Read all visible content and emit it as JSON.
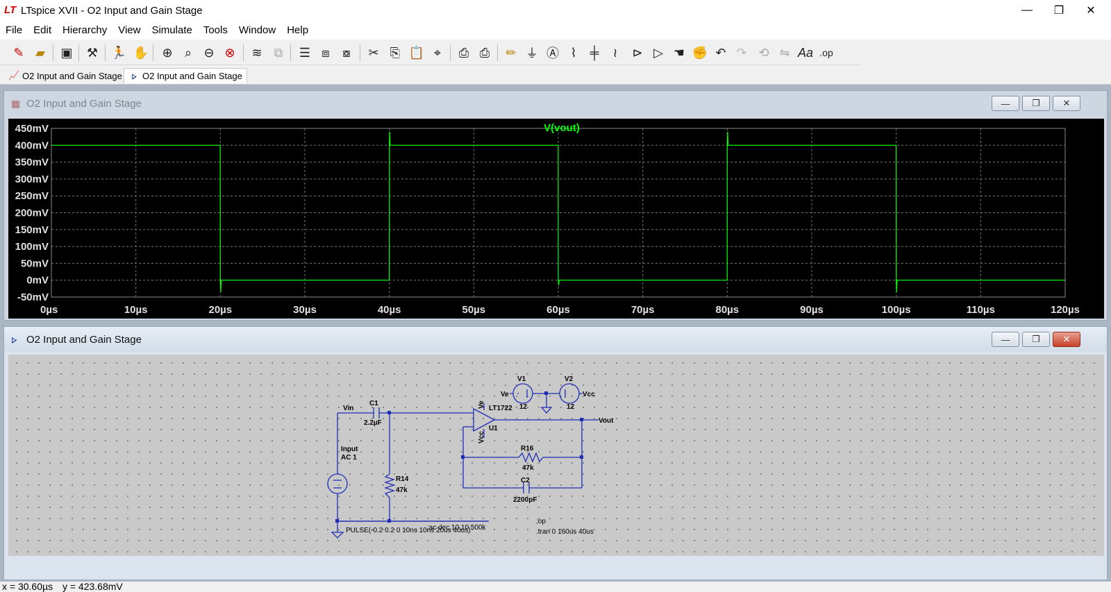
{
  "app": {
    "title": "LTspice XVII - O2 Input and Gain Stage",
    "logo": "LT",
    "window_controls": {
      "minimize": "—",
      "maximize": "❐",
      "close": "✕"
    }
  },
  "menu": [
    "File",
    "Edit",
    "Hierarchy",
    "View",
    "Simulate",
    "Tools",
    "Window",
    "Help"
  ],
  "tabs": [
    {
      "label": "O2 Input and Gain Stage",
      "icon": "waveform-icon",
      "active": false
    },
    {
      "label": "O2 Input and Gain Stage",
      "icon": "schematic-icon",
      "active": true
    }
  ],
  "plot_window": {
    "title": "O2 Input and Gain Stage",
    "buttons": {
      "minimize": "—",
      "restore": "❐",
      "close": "✕"
    }
  },
  "schematic_window": {
    "title": "O2 Input and Gain Stage",
    "buttons": {
      "minimize": "—",
      "restore": "❐",
      "close": "✕"
    }
  },
  "chart_data": {
    "type": "line",
    "title": "V(vout)",
    "x_ticks": [
      "0µs",
      "10µs",
      "20µs",
      "30µs",
      "40µs",
      "50µs",
      "60µs",
      "70µs",
      "80µs",
      "90µs",
      "100µs",
      "110µs",
      "120µs"
    ],
    "y_ticks": [
      "450mV",
      "400mV",
      "350mV",
      "300mV",
      "250mV",
      "200mV",
      "150mV",
      "100mV",
      "50mV",
      "0mV",
      "-50mV"
    ],
    "xlim": [
      0,
      120
    ],
    "ylim": [
      -50,
      450
    ],
    "x_unit": "µs",
    "y_unit": "mV",
    "grid": true,
    "trace_color": "#00ff00",
    "series": [
      {
        "name": "V(vout)",
        "x": [
          0,
          19.99,
          20,
          20.05,
          20.1,
          39.99,
          40,
          40.05,
          40.1,
          59.99,
          60,
          60.05,
          60.1,
          79.99,
          80,
          80.05,
          80.1,
          99.99,
          100,
          100.05,
          100.1,
          120
        ],
        "y": [
          400,
          400,
          0,
          -35,
          0,
          0,
          400,
          440,
          400,
          400,
          0,
          -15,
          0,
          0,
          400,
          440,
          400,
          400,
          0,
          -35,
          0,
          0
        ]
      }
    ]
  },
  "schematic": {
    "labels": {
      "vin": "Vin",
      "c1": "C1",
      "c1_value": "2.2µF",
      "input": "Input",
      "input_ac": "AC 1",
      "r14": "R14",
      "r14_value": "47k",
      "pulse": "PULSE(-0.2 0.2 0 10ns 10ns 20us 40us)",
      "dec": ";ac dec 10 10 500k",
      "v1": "V1",
      "v1_value": "12",
      "v2": "V2",
      "v2_value": "12",
      "ve_node": "Ve",
      "vcc_node": "Vcc",
      "opamp_ve": "Ve",
      "opamp_vcc": "Vcc",
      "lt1722": "LT1722",
      "u1": "U1",
      "vout": "Vout",
      "r16": "R16",
      "r16_value": "47k",
      "c2": "C2",
      "c2_value": "2200pF",
      "op": ";op",
      "tran": ".tran 0 160us 40us"
    }
  },
  "status": {
    "x": "x = 30.60µs",
    "y": "y = 423.68mV"
  }
}
